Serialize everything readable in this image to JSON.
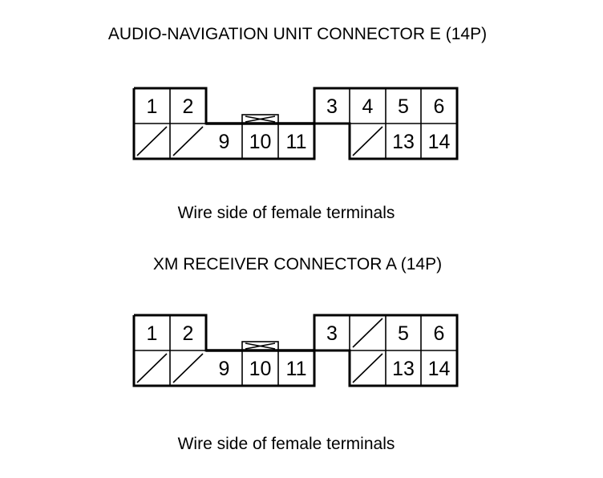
{
  "connectors": [
    {
      "title": "AUDIO-NAVIGATION UNIT CONNECTOR E (14P)",
      "caption": "Wire side of female terminals",
      "top_row": [
        "1",
        "2",
        "",
        "",
        "",
        "3",
        "4",
        "5",
        "6"
      ],
      "bottom_row": [
        "",
        "",
        "9",
        "10",
        "11",
        "",
        "",
        "13",
        "14"
      ],
      "empty_top": [],
      "empty_bottom": [
        0,
        1,
        6
      ]
    },
    {
      "title": "XM RECEIVER CONNECTOR A (14P)",
      "caption": "Wire side of female terminals",
      "top_row": [
        "1",
        "2",
        "",
        "",
        "",
        "3",
        "",
        "5",
        "6"
      ],
      "bottom_row": [
        "",
        "",
        "9",
        "10",
        "11",
        "",
        "",
        "13",
        "14"
      ],
      "empty_top": [
        6
      ],
      "empty_bottom": [
        0,
        1,
        6
      ]
    }
  ]
}
